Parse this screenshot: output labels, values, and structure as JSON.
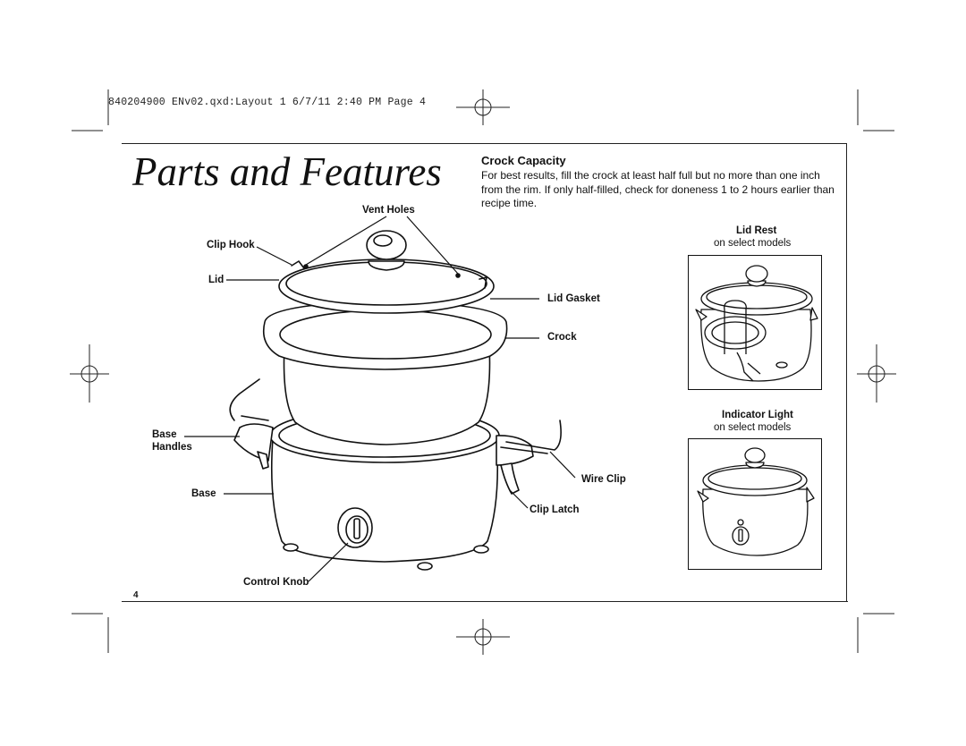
{
  "slug": "840204900 ENv02.qxd:Layout 1  6/7/11  2:40 PM  Page 4",
  "title": "Parts and Features",
  "crock_capacity": {
    "heading": "Crock Capacity",
    "body": "For best results, fill the crock at least half full but no more than one inch from the rim. If only half-filled, check for doneness 1 to 2 hours earlier than recipe time."
  },
  "labels": {
    "vent_holes": "Vent Holes",
    "clip_hook": "Clip Hook",
    "lid": "Lid",
    "lid_gasket": "Lid Gasket",
    "crock": "Crock",
    "base_handles_1": "Base",
    "base_handles_2": "Handles",
    "base": "Base",
    "wire_clip": "Wire Clip",
    "clip_latch": "Clip Latch",
    "control_knob": "Control Knob"
  },
  "insets": {
    "lid_rest": {
      "title": "Lid Rest",
      "note": "on select models"
    },
    "indicator_light": {
      "title": "Indicator Light",
      "note": "on select models"
    }
  },
  "page_number": "4"
}
